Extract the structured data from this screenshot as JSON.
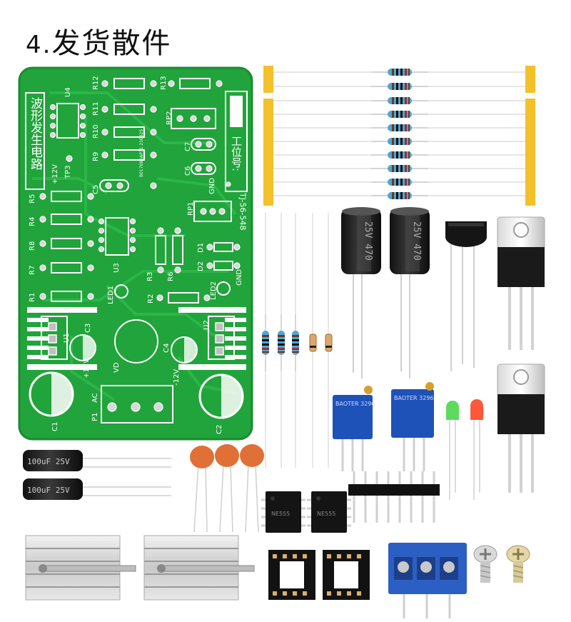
{
  "title": {
    "number": "4.",
    "text": "发货散件"
  },
  "pcb": {
    "name": "波形发生电路",
    "code": "TJ-56-548",
    "station": "工位号:",
    "components": {
      "r12": "R12",
      "r13": "R13",
      "r11": "R11",
      "r10": "R10",
      "r9": "R9",
      "u4": "U4",
      "rp2": "RP2",
      "c7": "C7",
      "c6": "C6",
      "tp3": "TP3",
      "plus12v": "+12V",
      "gnd": "GND",
      "c5": "C5",
      "r5": "R5",
      "r4": "R4",
      "r8": "R8",
      "r7": "R7",
      "r1": "R1",
      "r2": "R2",
      "r3": "R3",
      "r6": "R6",
      "u3": "U3",
      "rp1": "RP1",
      "d1": "D1",
      "d2": "D2",
      "led1": "LED1",
      "led2": "LED2",
      "u1": "U1",
      "u2": "U2",
      "c3": "C3",
      "c4": "C4",
      "vd": "VD",
      "minus12v": "-12V",
      "c1": "C1",
      "c2": "C2",
      "p1": "P1",
      "ac": "AC",
      "date_code": "B017086AP31 210825"
    }
  },
  "parts": {
    "cap_big": "25V 470",
    "cap_small": "100uF 25V",
    "pot": "BAOTER 3296",
    "chip": "NE555"
  },
  "colors": {
    "pcb_green": "#21a43b",
    "pcb_edge": "#1a8c31",
    "copper_mask": "#5fcf72",
    "resistor_blue": "#4fa6d3",
    "tape_yellow": "#f3c12a",
    "pot_blue": "#1e52b8",
    "terminal_blue": "#2c5fc4",
    "ceramic_orange": "#e07036"
  }
}
